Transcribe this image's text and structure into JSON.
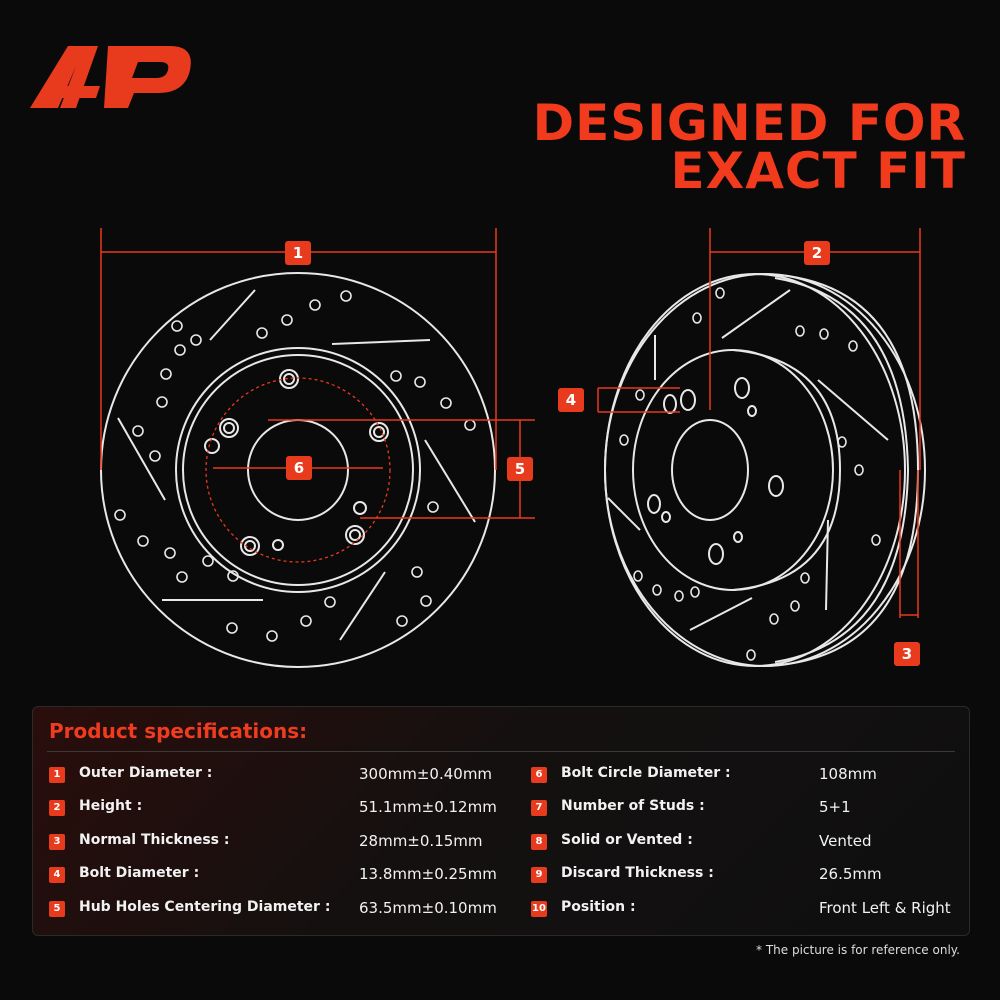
{
  "brand": {
    "accent": "#e83a1d",
    "background": "#0a0a0a",
    "logo": "a-premium-logo"
  },
  "headline": {
    "line1": "DESIGNED FOR",
    "line2": "EXACT FIT"
  },
  "callouts": {
    "c1": "1",
    "c2": "2",
    "c3": "3",
    "c4": "4",
    "c5": "5",
    "c6": "6"
  },
  "specs": {
    "title": "Product specifications:",
    "left": [
      {
        "num": "1",
        "label": "Outer Diameter :",
        "value": "300mm±0.40mm"
      },
      {
        "num": "2",
        "label": "Height :",
        "value": "51.1mm±0.12mm"
      },
      {
        "num": "3",
        "label": "Normal Thickness :",
        "value": "28mm±0.15mm"
      },
      {
        "num": "4",
        "label": "Bolt Diameter :",
        "value": "13.8mm±0.25mm"
      },
      {
        "num": "5",
        "label": "Hub Holes Centering Diameter :",
        "value": "63.5mm±0.10mm"
      }
    ],
    "right": [
      {
        "num": "6",
        "label": "Bolt Circle Diameter :",
        "value": "108mm"
      },
      {
        "num": "7",
        "label": "Number of Studs :",
        "value": "5+1"
      },
      {
        "num": "8",
        "label": "Solid or Vented :",
        "value": "Vented"
      },
      {
        "num": "9",
        "label": "Discard Thickness :",
        "value": "26.5mm"
      },
      {
        "num": "10",
        "label": "Position :",
        "value": "Front Left & Right"
      }
    ]
  },
  "footnote": "* The picture is for reference only."
}
